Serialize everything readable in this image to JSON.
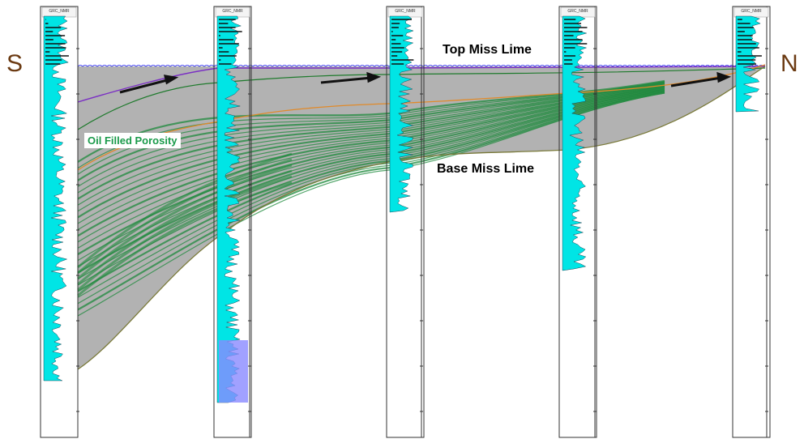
{
  "direction": {
    "left": "S",
    "right": "N"
  },
  "horizons": {
    "top": "Top Miss Lime",
    "base": "Base Miss Lime"
  },
  "annotation": "Oil Filled Porosity",
  "wells": [
    {
      "id": "well-1",
      "curve": "GRC_NMR"
    },
    {
      "id": "well-2",
      "curve": "GRC_NMR"
    },
    {
      "id": "well-3",
      "curve": "GRC_NMR"
    },
    {
      "id": "well-4",
      "curve": "GRC_NMR"
    },
    {
      "id": "well-5",
      "curve": "GRC_NMR"
    }
  ],
  "colors": {
    "fill": "#a4a4a4",
    "oil": "#1e8a3c",
    "log": "#00e5e5",
    "log_deep": "#8a8aff",
    "top_horizon": "#3a3af0",
    "purple_horizon": "#7a2ec4",
    "orange_horizon": "#e08a2a",
    "base_horizon": "#7a7a3a"
  }
}
